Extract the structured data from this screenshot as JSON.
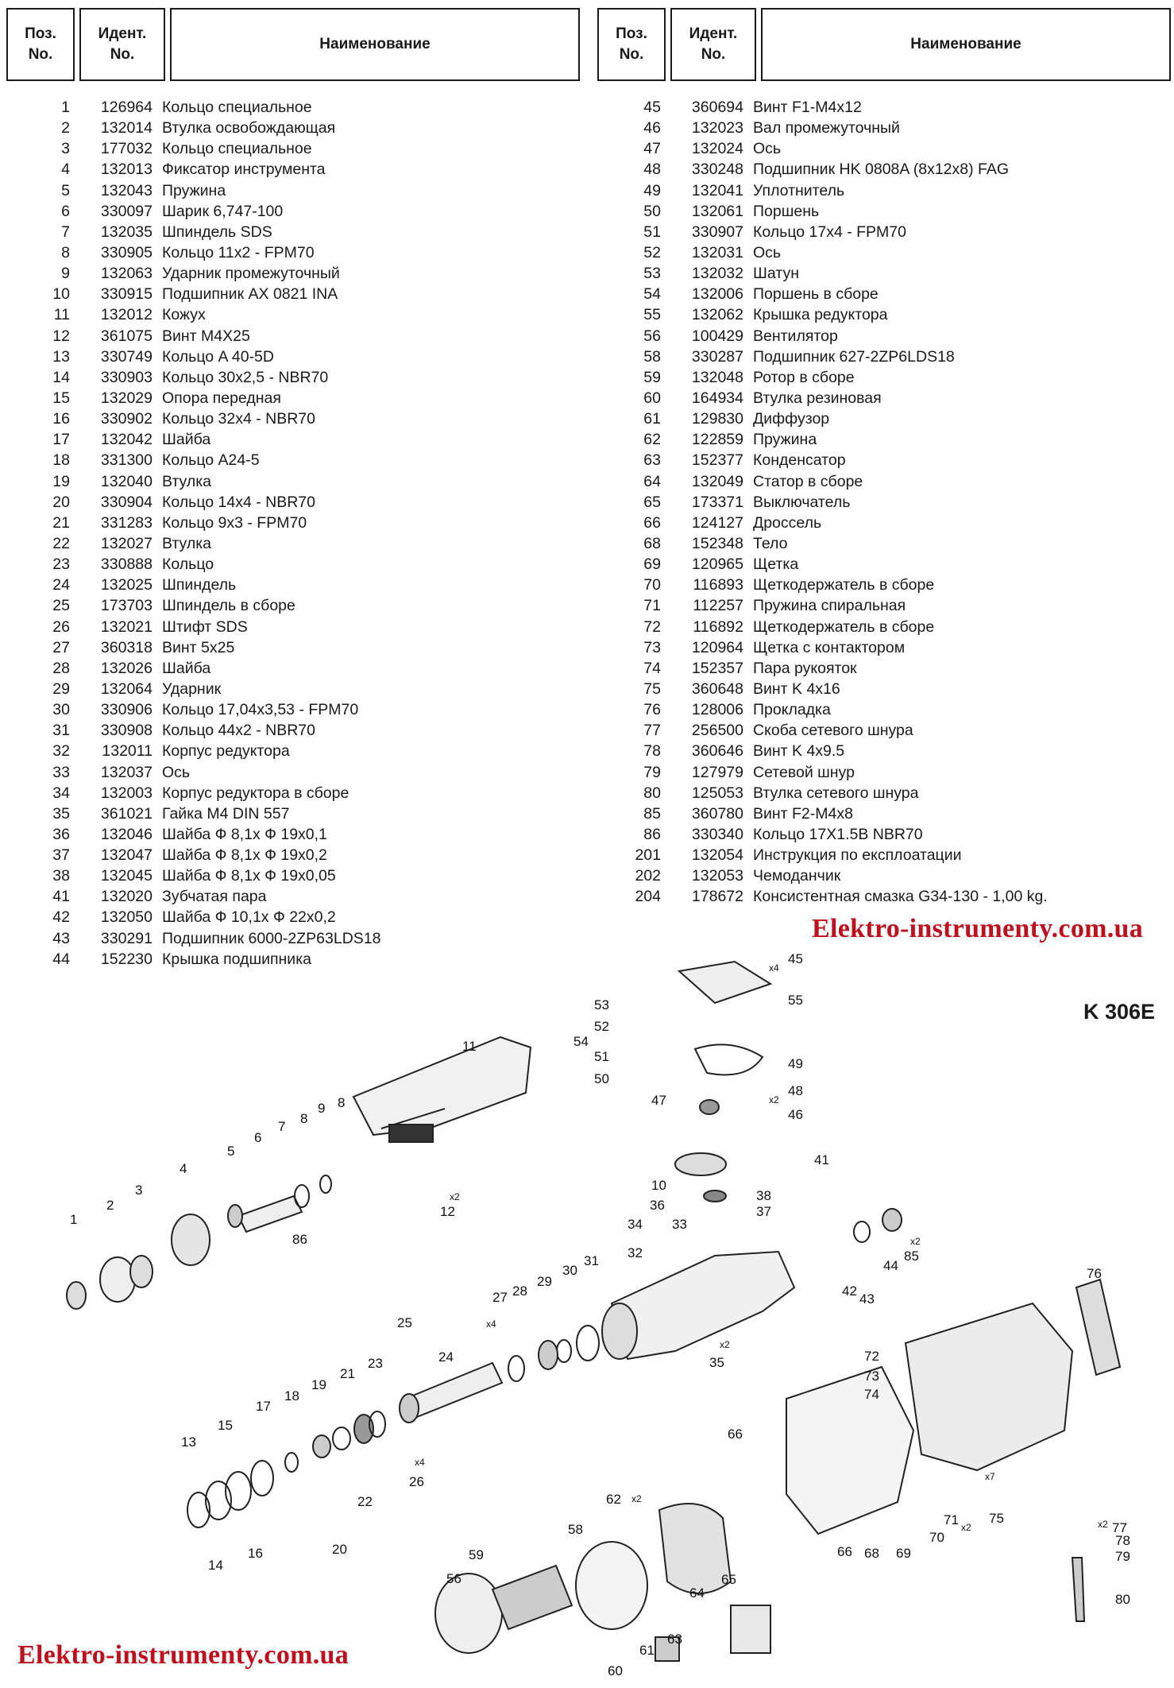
{
  "header": {
    "pos_label": [
      "Поз.",
      "No."
    ],
    "id_label": [
      "Идент.",
      "No."
    ],
    "name_label": "Наименование"
  },
  "parts_left": [
    [
      "1",
      "126964",
      "Кольцо специальное"
    ],
    [
      "2",
      "132014",
      "Втулка освобождающая"
    ],
    [
      "3",
      "177032",
      "Кольцо специальное"
    ],
    [
      "4",
      "132013",
      "Фиксатор инструмента"
    ],
    [
      "5",
      "132043",
      "Пружина"
    ],
    [
      "6",
      "330097",
      "Шарик 6,747-100"
    ],
    [
      "7",
      "132035",
      "Шпиндель SDS"
    ],
    [
      "8",
      "330905",
      "Кольцо 11x2 - FPM70"
    ],
    [
      "9",
      "132063",
      "Ударник промежуточный"
    ],
    [
      "10",
      "330915",
      "Подшипник AX 0821 INA"
    ],
    [
      "11",
      "132012",
      "Кожух"
    ],
    [
      "12",
      "361075",
      "Винт M4X25"
    ],
    [
      "13",
      "330749",
      "Кольцо A 40-5D"
    ],
    [
      "14",
      "330903",
      "Кольцо 30x2,5 - NBR70"
    ],
    [
      "15",
      "132029",
      "Опора передная"
    ],
    [
      "16",
      "330902",
      "Кольцо 32x4 - NBR70"
    ],
    [
      "17",
      "132042",
      "Шайба"
    ],
    [
      "18",
      "331300",
      "Кольцо A24-5"
    ],
    [
      "19",
      "132040",
      "Втулка"
    ],
    [
      "20",
      "330904",
      "Кольцо 14x4 - NBR70"
    ],
    [
      "21",
      "331283",
      "Кольцо 9x3 -  FPM70"
    ],
    [
      "22",
      "132027",
      "Втулка"
    ],
    [
      "23",
      "330888",
      "Кольцо"
    ],
    [
      "24",
      "132025",
      "Шпиндель"
    ],
    [
      "25",
      "173703",
      "Шпиндель в сборе"
    ],
    [
      "26",
      "132021",
      "Штифт SDS"
    ],
    [
      "27",
      "360318",
      "Винт 5x25"
    ],
    [
      "28",
      "132026",
      "Шайба"
    ],
    [
      "29",
      "132064",
      "Ударник"
    ],
    [
      "30",
      "330906",
      "Кольцо 17,04x3,53 - FPM70"
    ],
    [
      "31",
      "330908",
      "Кольцо 44x2 - NBR70"
    ],
    [
      "32",
      "132011",
      "Корпус редуктора"
    ],
    [
      "33",
      "132037",
      "Ось"
    ],
    [
      "34",
      "132003",
      "Корпус редуктора в сборе"
    ],
    [
      "35",
      "361021",
      "Гайка M4 DIN 557"
    ],
    [
      "36",
      "132046",
      "Шайба Ф 8,1x Ф 19x0,1"
    ],
    [
      "37",
      "132047",
      "Шайба Ф 8,1x Ф 19x0,2"
    ],
    [
      "38",
      "132045",
      "Шайба Ф 8,1x Ф 19x0,05"
    ],
    [
      "41",
      "132020",
      "Зубчатая пара"
    ],
    [
      "42",
      "132050",
      "Шайба Ф 10,1x Ф 22x0,2"
    ],
    [
      "43",
      "330291",
      "Подшипник 6000-2ZP63LDS18"
    ],
    [
      "44",
      "152230",
      "Крышка подшипника"
    ]
  ],
  "parts_right": [
    [
      "45",
      "360694",
      "Винт F1-M4x12"
    ],
    [
      "46",
      "132023",
      "Вал промежуточный"
    ],
    [
      "47",
      "132024",
      "Ось"
    ],
    [
      "48",
      "330248",
      "Подшипник HK 0808A (8x12x8) FAG"
    ],
    [
      "49",
      "132041",
      "Уплотнитель"
    ],
    [
      "50",
      "132061",
      "Поршень"
    ],
    [
      "51",
      "330907",
      "Кольцо 17x4 - FPM70"
    ],
    [
      "52",
      "132031",
      "Ось"
    ],
    [
      "53",
      "132032",
      "Шатун"
    ],
    [
      "54",
      "132006",
      "Поршень в сборе"
    ],
    [
      "55",
      "132062",
      "Крышка редуктора"
    ],
    [
      "56",
      "100429",
      "Вентилятор"
    ],
    [
      "58",
      "330287",
      "Подшипник 627-2ZP6LDS18"
    ],
    [
      "59",
      "132048",
      "Ротор в сборе"
    ],
    [
      "60",
      "164934",
      "Втулка резиновая"
    ],
    [
      "61",
      "129830",
      "Диффузор"
    ],
    [
      "62",
      "122859",
      "Пружина"
    ],
    [
      "63",
      "152377",
      "Конденсатор"
    ],
    [
      "64",
      "132049",
      "Статор в сборе"
    ],
    [
      "65",
      "173371",
      "Выключатель"
    ],
    [
      "66",
      "124127",
      "Дроссель"
    ],
    [
      "68",
      "152348",
      "Тело"
    ],
    [
      "69",
      "120965",
      "Щетка"
    ],
    [
      "70",
      "116893",
      "Щеткодержатель в сборе"
    ],
    [
      "71",
      "112257",
      "Пружина спиральная"
    ],
    [
      "72",
      "116892",
      "Щеткодержатель в сборе"
    ],
    [
      "73",
      "120964",
      "Щетка с контактором"
    ],
    [
      "74",
      "152357",
      "Пара рукояток"
    ],
    [
      "75",
      "360648",
      "Винт K 4x16"
    ],
    [
      "76",
      "128006",
      "Прокладка"
    ],
    [
      "77",
      "256500",
      "Скоба сетевого шнура"
    ],
    [
      "78",
      "360646",
      "Винт K 4x9.5"
    ],
    [
      "79",
      "127979",
      "Сетевой шнур"
    ],
    [
      "80",
      "125053",
      "Втулка сетевого шнура"
    ],
    [
      "85",
      "360780",
      "Винт F2-M4x8"
    ],
    [
      "86",
      "330340",
      "Кольцо 17X1.5B NBR70"
    ],
    [
      "201",
      "132054",
      "Инструкция по експлоатации"
    ],
    [
      "202",
      "132053",
      "Чемоданчик"
    ],
    [
      "204",
      "178672",
      "Консистентная смазка G34-130 - 1,00 kg."
    ]
  ],
  "model": "K 306E",
  "watermark": "Elektro-instrumenty.com.ua",
  "callouts": [
    "1",
    "2",
    "3",
    "4",
    "5",
    "6",
    "7",
    "8",
    "9",
    "8",
    "11",
    "12",
    "x2",
    "86",
    "13",
    "14",
    "15",
    "16",
    "17",
    "18",
    "19",
    "20",
    "21",
    "22",
    "23",
    "24",
    "25",
    "26",
    "x4",
    "27",
    "x4",
    "28",
    "29",
    "30",
    "31",
    "32",
    "34",
    "33",
    "35",
    "x2",
    "36",
    "37",
    "38",
    "10",
    "41",
    "42",
    "43",
    "44",
    "85",
    "x2",
    "45",
    "x4",
    "46",
    "47",
    "48",
    "x2",
    "49",
    "50",
    "51",
    "52",
    "53",
    "54",
    "55",
    "56",
    "58",
    "59",
    "60",
    "61",
    "62",
    "x2",
    "63",
    "64",
    "65",
    "66",
    "66",
    "68",
    "69",
    "70",
    "71",
    "x2",
    "72",
    "73",
    "74",
    "75",
    "x7",
    "76",
    "77",
    "x2",
    "78",
    "79",
    "80"
  ]
}
